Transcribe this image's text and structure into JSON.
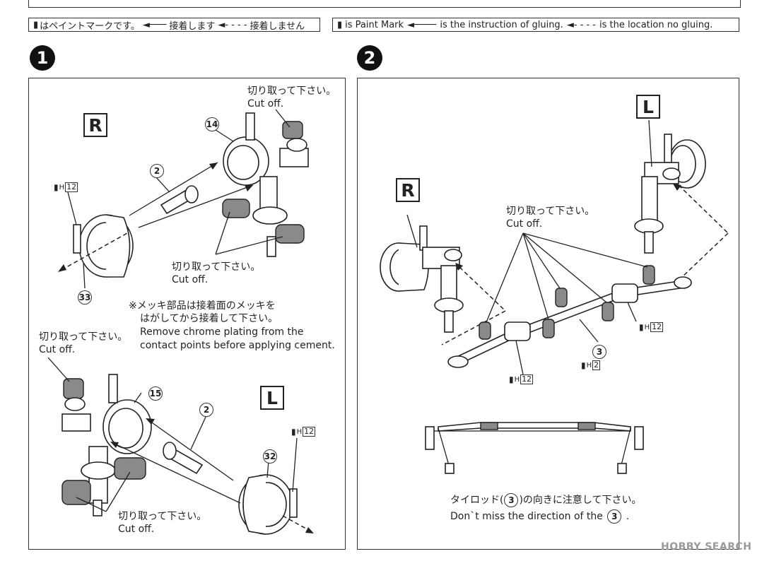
{
  "legend_jp": {
    "paint_mark": "はペイントマークです。",
    "glue": "接着します",
    "no_glue": "接着しません"
  },
  "legend_en": {
    "paint_mark": "is Paint Mark",
    "glue": "is the instruction of gluing.",
    "no_glue": "is the location no gluing."
  },
  "step1": {
    "number": "1",
    "side_r": "R",
    "side_l": "L",
    "cut_jp": "切り取って下さい。",
    "cut_en": "Cut off.",
    "part_14": "14",
    "part_2": "2",
    "part_33": "33",
    "part_15": "15",
    "part_32": "32",
    "paint_ref": "12",
    "paint_prefix": "H",
    "note_jp_1": "※メッキ部品は接着面のメッキを",
    "note_jp_2": "はがしてから接着して下さい。",
    "note_en_1": "Remove chrome plating from the",
    "note_en_2": "contact points before applying cement."
  },
  "step2": {
    "number": "2",
    "side_l": "L",
    "side_r": "R",
    "cut_jp": "切り取って下さい。",
    "cut_en": "Cut off.",
    "part_3": "3",
    "paint_prefix": "H",
    "paint_12": "12",
    "paint_2": "2",
    "note_jp_a": "タイロッド(",
    "note_jp_b": ")の向きに注意して下さい。",
    "note_en_a": "Don`t miss the direction of the",
    "note_en_b": "."
  },
  "watermark": "HOBBY SEARCH"
}
